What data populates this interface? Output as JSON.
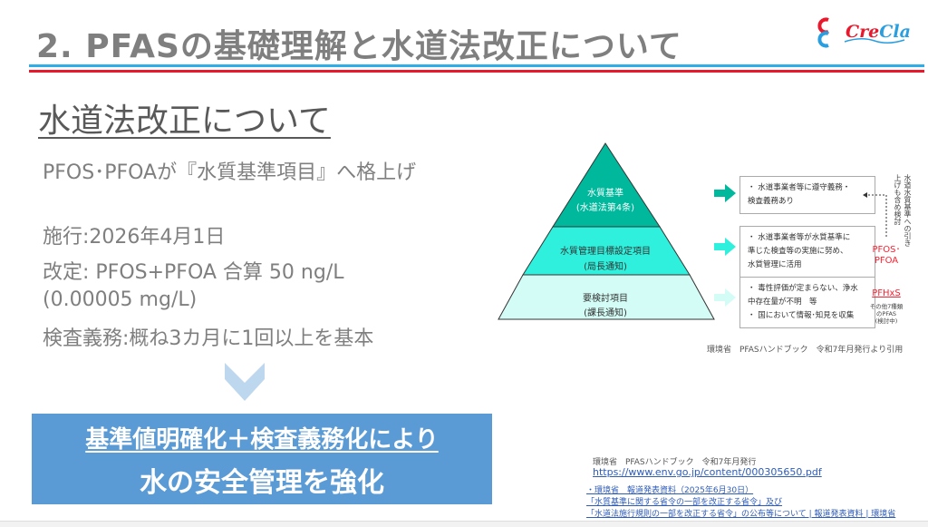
{
  "header": {
    "title": "2. PFASの基礎理解と水道法改正について",
    "logo": {
      "part1": "Cre",
      "part2": "Cla"
    }
  },
  "main": {
    "heading": "水道法改正について",
    "subtitle": "PFOS･PFOAが『水質基準項目』へ格上げ",
    "lines": [
      "施行:2026年4月1日",
      "改定: PFOS+PFOA 合算 50 ng/L",
      "(0.00005 mg/L)",
      "検査義務:概ね3カ月に1回以上を基本"
    ],
    "callout": {
      "line1": "基準値明確化＋検査義務化により",
      "line2": "水の安全管理を強化"
    }
  },
  "diagram": {
    "tiers": [
      {
        "name": "水質基準",
        "sub": "(水道法第4条)",
        "color": "#00b89c",
        "note": [
          "・ 水道事業者等に遵守義務・",
          "検査義務あり"
        ]
      },
      {
        "name": "水質管理目標設定項目",
        "sub": "(局長通知)",
        "color": "#2ef0dc",
        "note": [
          "・ 水道事業者等が水質基準に",
          "準じた検査等の実施に努め、",
          "水質管理に活用"
        ]
      },
      {
        "name": "要検討項目",
        "sub": "(課長通知)",
        "color": "#d4fcf6",
        "note": [
          "・ 毒性評価が定まらない、浄水",
          "中存在量が不明　等",
          "・ 国において情報･知見を収集"
        ]
      }
    ],
    "vertical_note": "水道水質基準への引き上げも含め検討",
    "pfos_label": "PFOS･PFOA",
    "pfhxs_label": "PFHxS",
    "other_label": [
      "その他7種類",
      "のPFAS",
      "(検討中)"
    ],
    "source": "環境省　PFASハンドブック　令和7年月発行より引用"
  },
  "references": {
    "line1": "環境省　PFASハンドブック　令和7年月発行",
    "url": "https://www.env.go.jp/content/000305650.pdf",
    "press1": "・環境省　報道発表資料（2025年6月30日）",
    "press2": "「水質基準に関する省令の一部を改正する省令」及び",
    "press3": "「水道法施行規則の一部を改正する省令」の公布等について | 報道発表資料 | 環境省"
  }
}
